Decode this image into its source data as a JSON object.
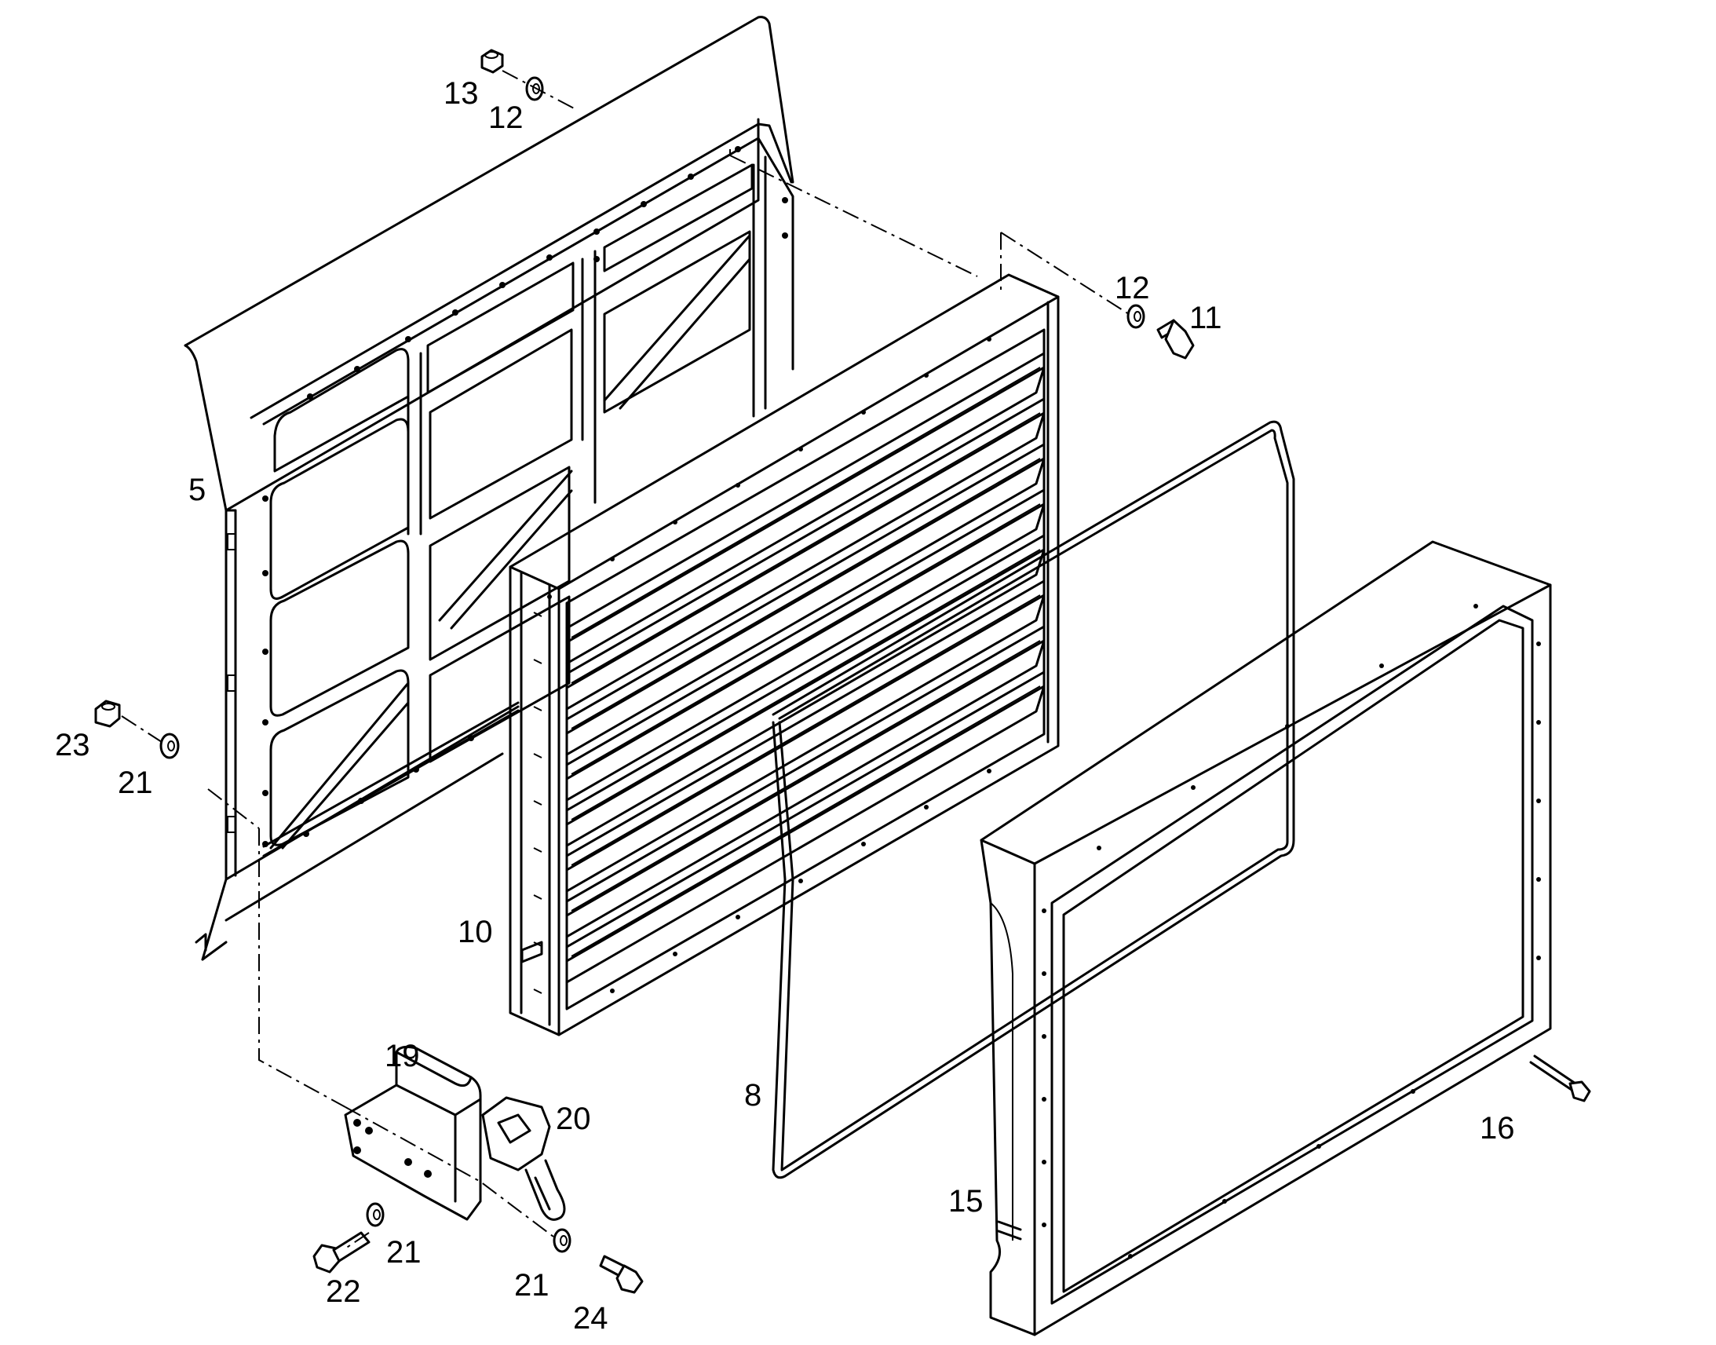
{
  "labels": {
    "p5": "5",
    "p8": "8",
    "p10": "10",
    "p11": "11",
    "p12a": "12",
    "p12b": "12",
    "p13": "13",
    "p15": "15",
    "p16": "16",
    "p19": "19",
    "p20": "20",
    "p21a": "21",
    "p21b": "21",
    "p21c": "21",
    "p22": "22",
    "p23": "23",
    "p24": "24"
  }
}
